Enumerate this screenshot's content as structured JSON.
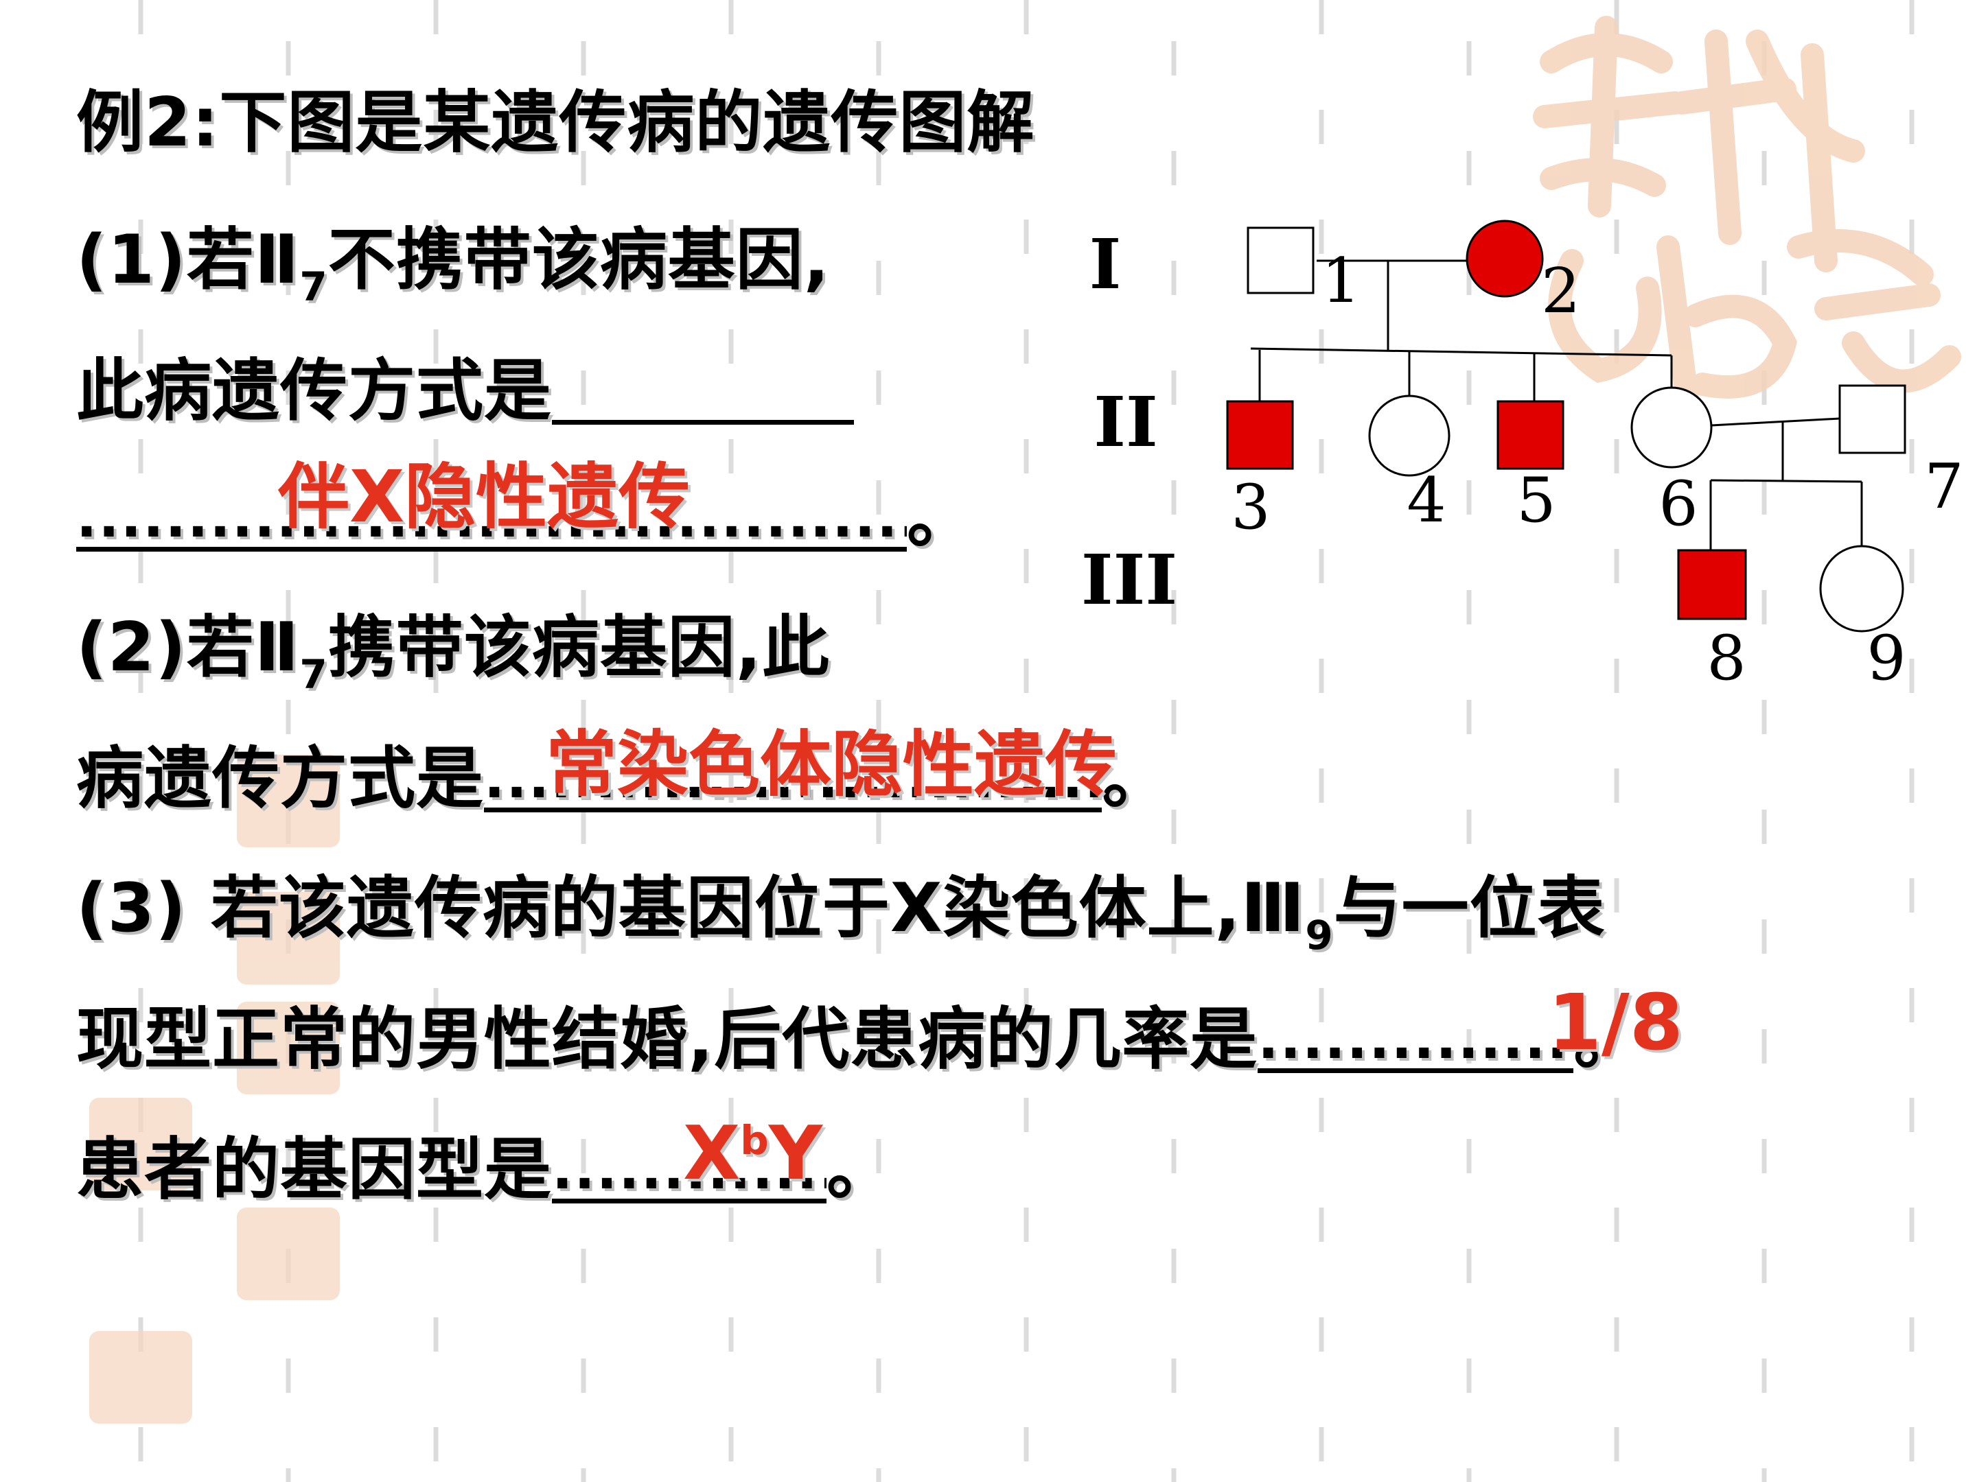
{
  "question": {
    "title": "例2:下图是某遗传病的遗传图解",
    "part1": {
      "prefix": "(1)若Ⅱ",
      "sub": "7",
      "suffix": "不携带该病基因,",
      "line2": "此病遗传方式是",
      "end": "。",
      "answer": "伴X隐性遗传"
    },
    "part2": {
      "prefix": "(2)若Ⅱ",
      "sub": "7",
      "suffix": "携带该病基因,此",
      "line2": "病遗传方式是",
      "end": "。",
      "answer": "常染色体隐性遗传"
    },
    "part3": {
      "prefix": "(3) 若该遗传病的基因位于X染色体上,Ⅲ",
      "sub": "9",
      "suffix": "与一位表",
      "line2": "现型正常的男性结婚,后代患病的几率是",
      "end": "。",
      "answer": "1/8",
      "line3": "患者的基因型是",
      "end3": "。",
      "answer2_base": "X",
      "answer2_sup": "b",
      "answer2_tail": "Y"
    }
  },
  "pedigree": {
    "generations": [
      "I",
      "II",
      "III"
    ],
    "individuals": [
      {
        "id": "1",
        "sex": "male",
        "affected": false
      },
      {
        "id": "2",
        "sex": "female",
        "affected": true
      },
      {
        "id": "3",
        "sex": "male",
        "affected": true
      },
      {
        "id": "4",
        "sex": "female",
        "affected": false
      },
      {
        "id": "5",
        "sex": "male",
        "affected": true
      },
      {
        "id": "6",
        "sex": "female",
        "affected": false
      },
      {
        "id": "7",
        "sex": "male",
        "affected": false
      },
      {
        "id": "8",
        "sex": "male",
        "affected": true
      },
      {
        "id": "9",
        "sex": "female",
        "affected": false
      }
    ]
  },
  "colors": {
    "affected_fill": "#e00000",
    "answer_text": "#e3321e",
    "background_dash": "#d9d9d9",
    "seal": "#f3cdb0"
  }
}
